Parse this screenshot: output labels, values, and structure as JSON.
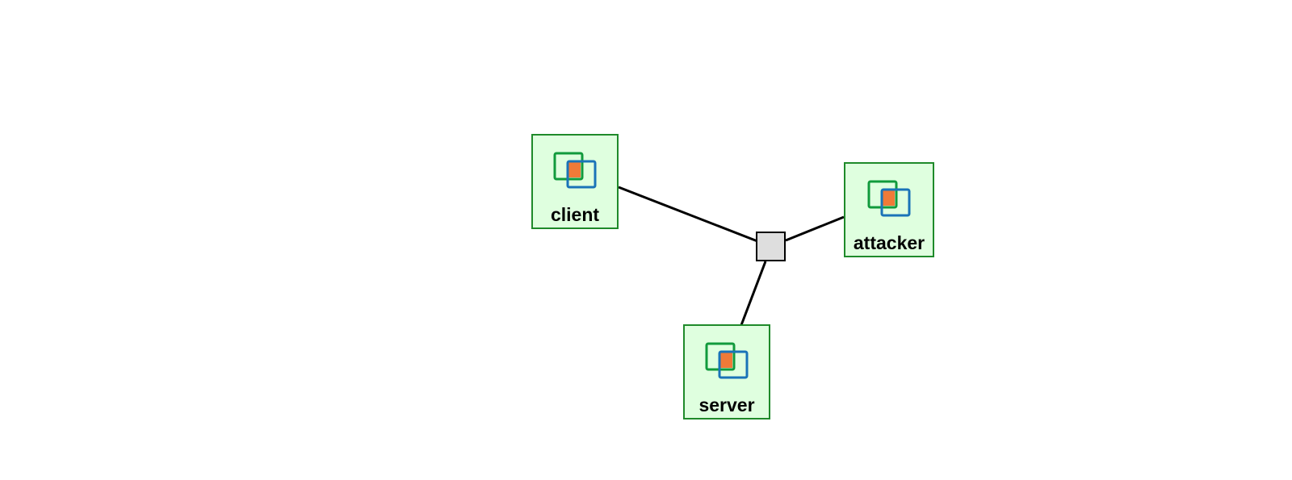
{
  "nodes": {
    "client": {
      "label": "client",
      "icon": "virtual-machine-icon"
    },
    "attacker": {
      "label": "attacker",
      "icon": "virtual-machine-icon"
    },
    "server": {
      "label": "server",
      "icon": "virtual-machine-icon"
    },
    "switch": {
      "icon": "network-switch-icon"
    }
  },
  "links": [
    {
      "from": "client",
      "to": "switch"
    },
    {
      "from": "attacker",
      "to": "switch"
    },
    {
      "from": "server",
      "to": "switch"
    }
  ],
  "colors": {
    "node_fill": "#dfffdf",
    "node_border": "#1f8a2a",
    "icon_green": "#119a3c",
    "icon_blue": "#1a73b8",
    "icon_orange": "#f07a38",
    "switch_fill": "#dedede",
    "link": "#000000"
  }
}
